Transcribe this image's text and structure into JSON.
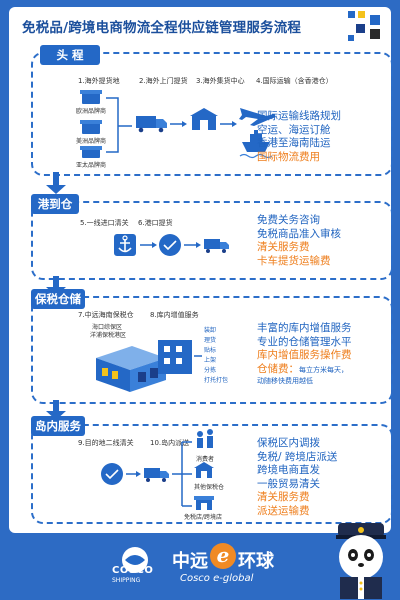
{
  "title": "免税品/跨境电商物流全程供应链管理服务流程",
  "sections": {
    "head": {
      "tab": "头 程",
      "steps": [
        "1.海外提货地",
        "2.海外上门提货",
        "3.海外集货中心",
        "4.国际运输（含香港仓）"
      ],
      "origins": [
        "欧洲品牌商",
        "美洲品牌商",
        "亚太品牌商"
      ],
      "services_blue": [
        "国际运输线路规划",
        "空运、海运订舱",
        "香港至海南陆运"
      ],
      "services_orange": [
        "国际物流费用"
      ]
    },
    "port": {
      "tab": "港到仓",
      "steps": [
        "5.一线进口清关",
        "6.港口提货"
      ],
      "services_blue": [
        "免费关务咨询",
        "免税商品准入审核"
      ],
      "services_orange": [
        "清关服务费",
        "卡车提货运输费"
      ]
    },
    "bonded": {
      "tab": "保税仓储",
      "steps": [
        "7.中远海南保税仓",
        "8.库内增值服务"
      ],
      "warehouse_label": [
        "海口综保区",
        "洋浦保税港区"
      ],
      "value_added": [
        "装卸",
        "理货",
        "贴标",
        "上架",
        "分拣",
        "打托打包"
      ],
      "services_blue": [
        "丰富的库内增值服务",
        "专业的仓储管理水平"
      ],
      "services_orange": [
        "库内增值服务操作费",
        "仓储费："
      ],
      "storage_note": [
        "每立方米每天，",
        "动随移快费用越低"
      ]
    },
    "island": {
      "tab": "岛内服务",
      "steps": [
        "9.目的地二线清关",
        "10.岛内派送"
      ],
      "destinations": [
        "消费者",
        "其他保税仓",
        "免税店/跨境店"
      ],
      "services_blue": [
        "保税区内调拨",
        "免税/ 跨境店派送",
        "跨境电商直发",
        "一般贸易清关"
      ],
      "services_orange": [
        "清关服务费",
        "派送运输费"
      ]
    }
  },
  "footer": {
    "cosco_top": "COSCO",
    "cosco_bottom": "SHIPPING",
    "brand_cn_1": "中远",
    "brand_cn_2": "环球",
    "brand_en": "Cosco e-global",
    "e_letter": "e"
  },
  "colors": {
    "primary_blue": "#2468c6",
    "background_blue": "#2d6bc4",
    "orange": "#ee7e1c",
    "text_blue": "#2064c0"
  }
}
